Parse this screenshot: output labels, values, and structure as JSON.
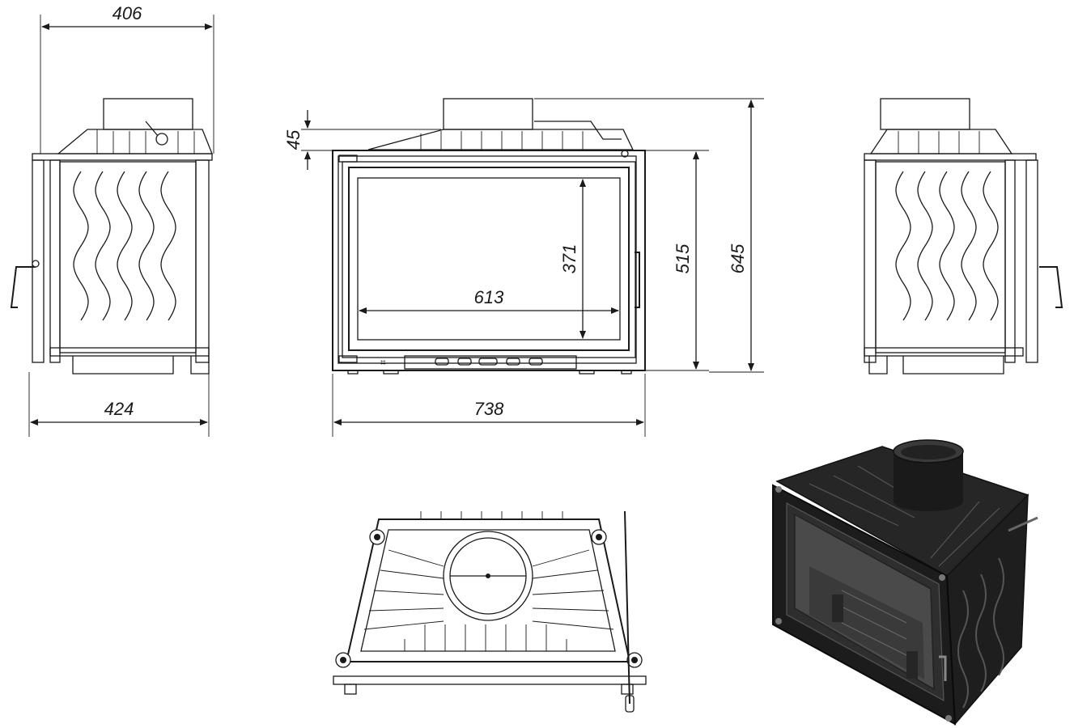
{
  "dimensions": {
    "top_depth": "406",
    "chimney_offset": "45",
    "glass_height": "371",
    "glass_width": "613",
    "door_height": "515",
    "total_height": "645",
    "side_depth": "424",
    "total_width": "738"
  },
  "views": {
    "left_side": "side-elevation-left",
    "front": "front-elevation",
    "right_side": "side-elevation-right",
    "top": "top-plan-view",
    "render": "3d-render"
  },
  "colors": {
    "line": "#1a1a1a",
    "background": "#ffffff",
    "render_body": "#1c1c1c",
    "render_glass": "#4a4a4a"
  }
}
